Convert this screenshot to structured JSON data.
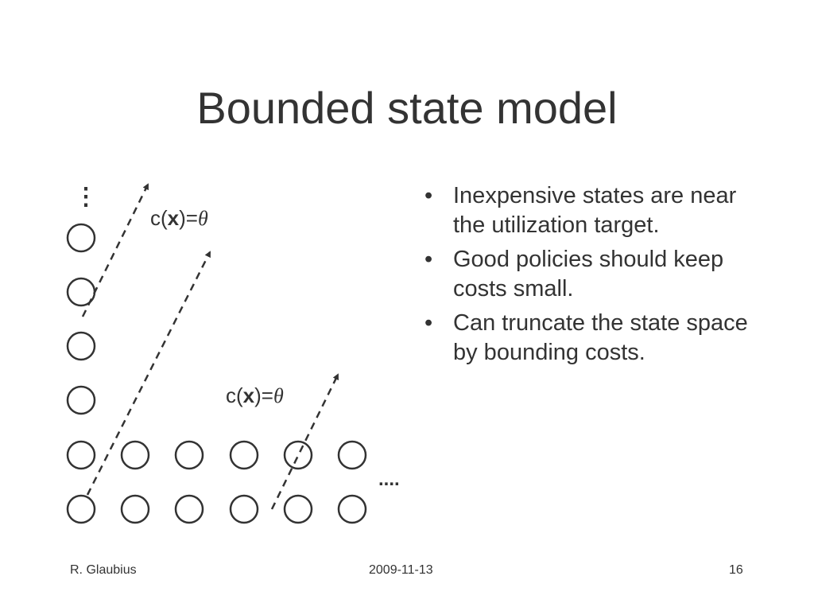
{
  "slide": {
    "title": "Bounded state model",
    "bullets": [
      "Inexpensive states are near the utilization target.",
      "Good policies should keep costs small.",
      "Can truncate the state space by bounding costs."
    ],
    "bullet_symbol": "•"
  },
  "diagram": {
    "cost_label_1": {
      "prefix": "c(",
      "var": "x",
      "mid": ")=",
      "theta": "θ"
    },
    "cost_label_2": {
      "prefix": "c(",
      "var": "x",
      "mid": ")=",
      "theta": "θ"
    },
    "vertical_ellipsis": "⋮",
    "horizontal_ellipsis": "...."
  },
  "footer": {
    "author": "R. Glaubius",
    "date": "2009-11-13",
    "page": "16"
  },
  "colors": {
    "text": "#333333",
    "circle_stroke": "#333333",
    "background": "#ffffff"
  }
}
